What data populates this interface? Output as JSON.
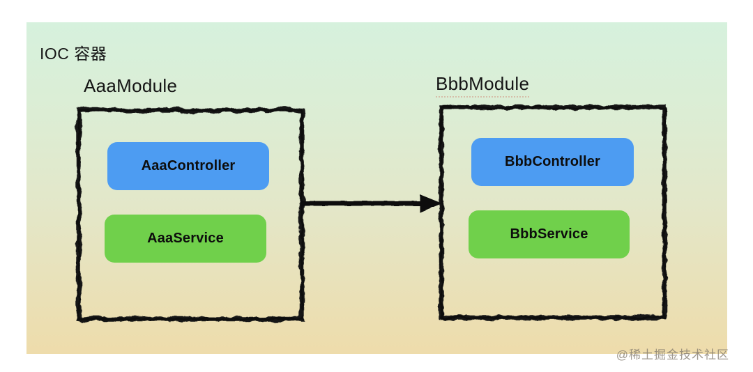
{
  "title": "IOC 容器",
  "watermark": "@稀土掘金技术社区",
  "modules": [
    {
      "label": "AaaModule",
      "controller": "AaaController",
      "service": "AaaService"
    },
    {
      "label": "BbbModule",
      "controller": "BbbController",
      "service": "BbbService"
    }
  ],
  "arrow": {
    "from": "AaaModule",
    "to": "BbbModule",
    "direction": "right"
  },
  "colors": {
    "controller": "#4d9cf2",
    "service": "#70d04b",
    "border": "#161616",
    "bg-top": "#d6f1dd",
    "bg-bottom": "#eedcab"
  }
}
